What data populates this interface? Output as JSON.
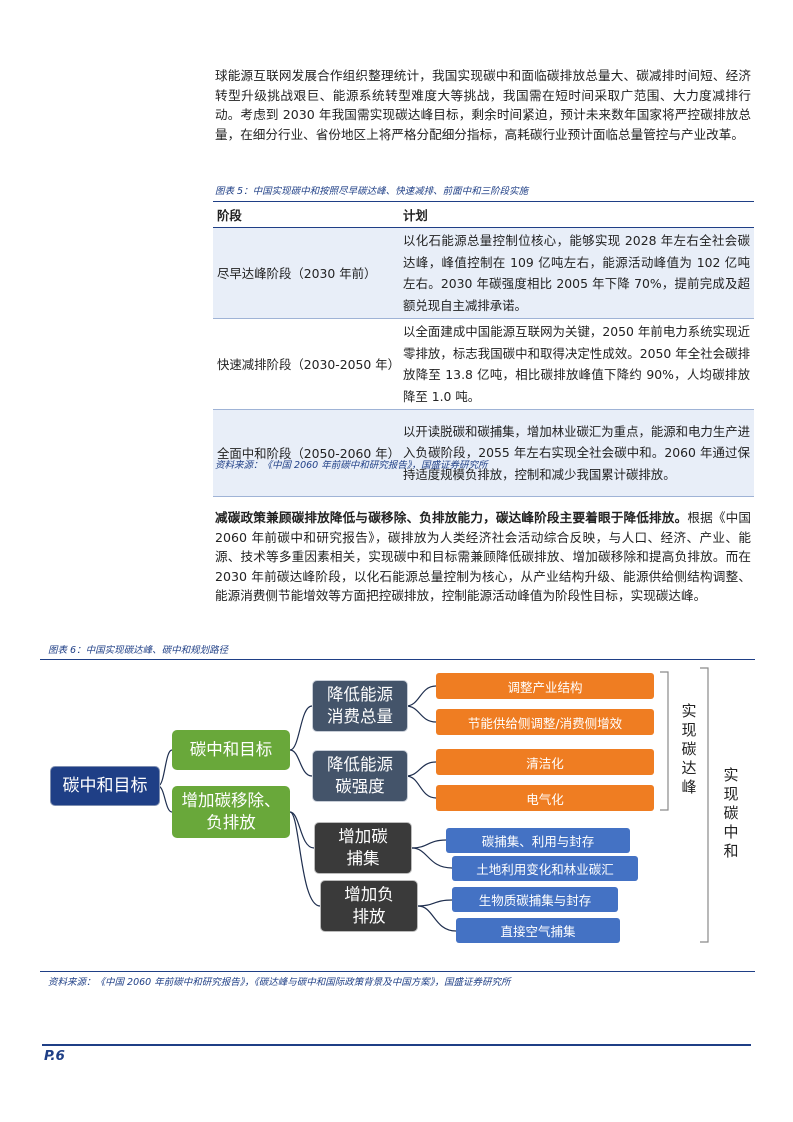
{
  "intro": {
    "text": "球能源互联网发展合作组织整理统计，我国实现碳中和面临碳排放总量大、碳减排时间短、经济转型升级挑战艰巨、能源系统转型难度大等挑战，我国需在短时间采取广范围、大力度减排行动。考虑到 2030 年我国需实现碳达峰目标，剩余时间紧迫，预计未来数年国家将严控碳排放总量，在细分行业、省份地区上将严格分配细分指标，高耗碳行业预计面临总量管控与产业改革。"
  },
  "figure5": {
    "caption": "图表 5：中国实现碳中和按照尽早碳达峰、快速减排、前面中和三阶段实施",
    "headers": {
      "stage": "阶段",
      "plan": "计划"
    },
    "rows": [
      {
        "stage": "尽早达峰阶段（2030 年前）",
        "plan": "以化石能源总量控制位核心，能够实现 2028 年左右全社会碳达峰，峰值控制在 109 亿吨左右，能源活动峰值为 102 亿吨左右。2030 年碳强度相比 2005 年下降 70%，提前完成及超额兑现自主减排承诺。"
      },
      {
        "stage": "快速减排阶段（2030-2050 年）",
        "plan": "以全面建成中国能源互联网为关键，2050 年前电力系统实现近零排放，标志我国碳中和取得决定性成效。2050 年全社会碳排放降至 13.8 亿吨，相比碳排放峰值下降约 90%，人均碳排放降至 1.0 吨。"
      },
      {
        "stage": "全面中和阶段（2050-2060 年）",
        "plan": "以开读脱碳和碳捕集，增加林业碳汇为重点，能源和电力生产进入负碳阶段，2055 年左右实现全社会碳中和。2060 年通过保持适度规模负排放，控制和减少我国累计碳排放。"
      }
    ],
    "source": "资料来源：《中国 2060 年前碳中和研究报告》，国盛证券研究所"
  },
  "body2": {
    "lead": "减碳政策兼顾碳排放降低与碳移除、负排放能力，碳达峰阶段主要着眼于降低排放。",
    "text": "根据《中国 2060 年前碳中和研究报告》，碳排放为人类经济社会活动综合反映，与人口、经济、产业、能源、技术等多重因素相关，实现碳中和目标需兼顾降低碳排放、增加碳移除和提高负排放。而在 2030 年前碳达峰阶段，以化石能源总量控制为核心，从产业结构升级、能源供给侧结构调整、能源消费侧节能增效等方面把控碳排放，控制能源活动峰值为阶段性目标，实现碳达峰。"
  },
  "figure6": {
    "caption": "图表 6：中国实现碳达峰、碳中和规划路径",
    "root": "碳中和目标",
    "goal_a": "碳中和目标",
    "goal_b": "增加碳移除、负排放",
    "mid": [
      "降低能源消费总量",
      "降低能源碳强度",
      "增加碳捕集",
      "增加负排放"
    ],
    "leaves_orange": [
      "调整产业结构",
      "节能供给侧调整/消费侧增效",
      "清洁化",
      "电气化"
    ],
    "leaves_blue": [
      "碳捕集、利用与封存",
      "土地利用变化和林业碳汇",
      "生物质碳捕集与封存",
      "直接空气捕集"
    ],
    "label_peak": "实现碳达峰",
    "label_neutral": "实现碳中和",
    "colors": {
      "orange": "#ef7d22",
      "blue": "#4472c4",
      "green": "#69a83a",
      "navy": "#1f3f86"
    },
    "source": "资料来源：《中国 2060 年前碳中和研究报告》，《碳达峰与碳中和国际政策背景及中国方案》，国盛证券研究所"
  },
  "footer": {
    "page": "P.6"
  }
}
